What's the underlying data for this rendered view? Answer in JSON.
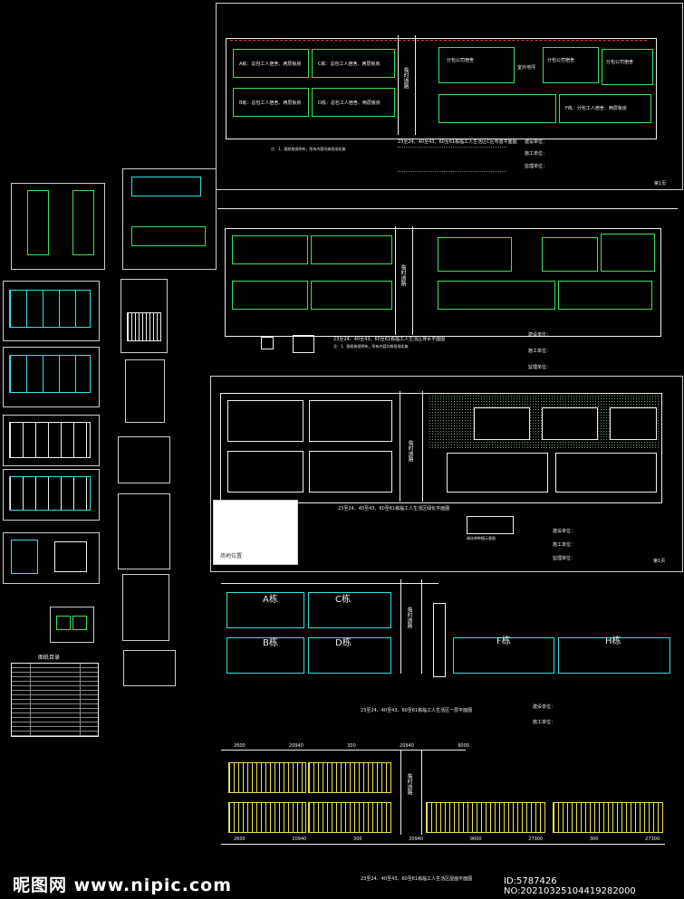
{
  "sheet1": {
    "plan_title": "23至24、40至43、60至61栋临工人生活区C区布置平面图",
    "blocks": {
      "a": "A栋：总包工人宿舍、两层板房",
      "c": "C栋：总包工人宿舍、两层板房",
      "b": "B栋：总包工人宿舍、两层板房",
      "d": "D栋：总包工人宿舍、两层板房",
      "sub1": "分包公司宿舍",
      "sub2": "分包公司宿舍",
      "sub3": "分包公司宿舍",
      "f": "F栋：分包工人宿舍、两层板房"
    },
    "road": "临时道路",
    "outdoor": "室外地坪",
    "notes": "注：1、图纸按说明布，所有内容均按现场实施",
    "sign_design": "建设单位：",
    "sign_build": "施工单位：",
    "sign_supervise": "监理单位：",
    "page": "第1页"
  },
  "sheet2": {
    "plan_title": "23至24、40至43、60至61栋临工人生活区排水平面图",
    "road": "临时道路",
    "notes": "注：1、图纸按说明布，所有内容均按现场实施",
    "sign_design": "建设单位：",
    "sign_build": "施工单位：",
    "sign_supervise": "监理单位："
  },
  "sheet3": {
    "plan_title": "23至24、40至43、60至61栋临工人生活区绿化平面图",
    "road": "临时道路",
    "legend": "绿化带种植示意图",
    "location": "场地位置",
    "sign_design": "建设单位：",
    "sign_build": "施工单位：",
    "sign_supervise": "监理单位：",
    "page": "第1页"
  },
  "sheet4": {
    "plan_title": "23至24、40至43、60至61栋临工人生活区一层平面图",
    "labels": {
      "a": "A栋",
      "c": "C栋",
      "b": "B栋",
      "d": "D栋",
      "f": "F栋",
      "h": "H栋"
    },
    "road": "临时道路",
    "sign_design": "建设单位：",
    "sign_build": "施工单位："
  },
  "sheet5": {
    "plan_title": "23至24、40至43、60至61栋临工人生活区屋面平面图",
    "dims_top": [
      "2600",
      "20940",
      "300",
      "20940",
      "9000"
    ],
    "dims_bottom": [
      "2600",
      "20940",
      "300",
      "20940",
      "9000",
      "27300",
      "300",
      "27300"
    ],
    "road": "临时道路"
  },
  "index_table": {
    "title": "图纸目录"
  },
  "watermark": {
    "brand": "昵图网 www.nipic.com",
    "id": "ID:5787426 NO:20210325104419282000"
  }
}
